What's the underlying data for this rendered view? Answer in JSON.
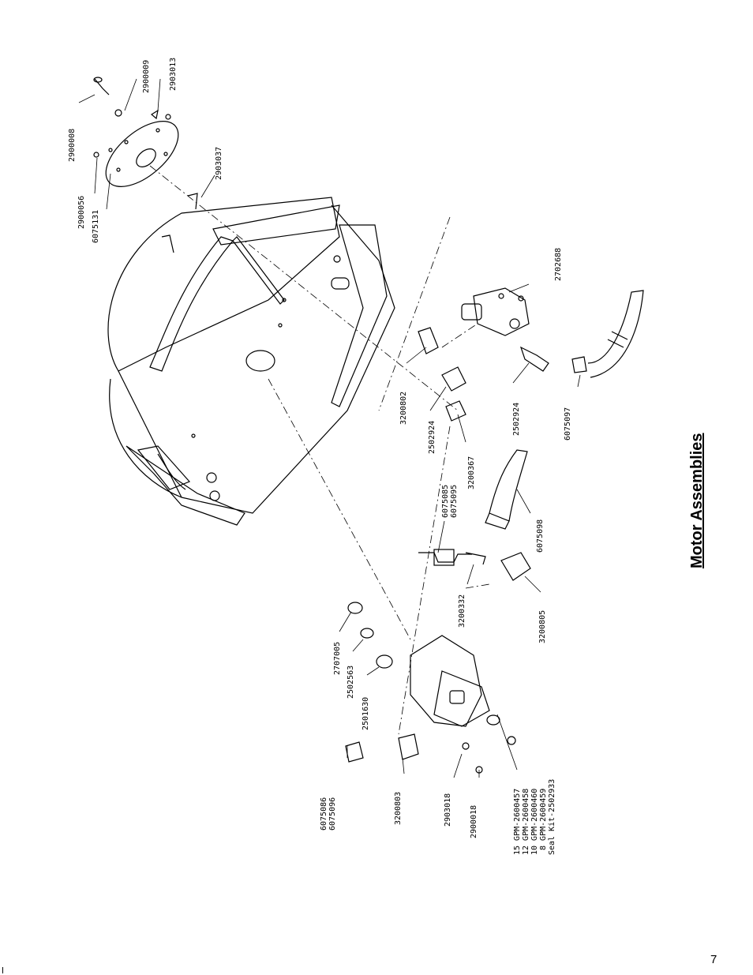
{
  "page": {
    "title": "Motor Assemblies",
    "page_number": "7"
  },
  "labels": {
    "p2900008": "2900008",
    "p2900009": "2900009",
    "p2903013": "2903013",
    "p2900056": "2900056",
    "p6075131": "6075131",
    "p2903037": "2903037",
    "p2702688": "2702688",
    "p3200802": "3200802",
    "p2502924a": "2502924",
    "p3200367": "3200367",
    "p2502924b": "2502924",
    "p6075097": "6075097",
    "p6075085": "6075085",
    "p6075095": "6075095",
    "p6075098": "6075098",
    "p3200332": "3200332",
    "p3200805": "3200805",
    "p2707005": "2707005",
    "p2502563": "2502563",
    "p2501630": "2501630",
    "p6075086": "6075086",
    "p6075096": "6075096",
    "p3200803": "3200803",
    "p2903018": "2903018",
    "p2900018": "2900018"
  },
  "motor_list": [
    "15 GPM-2600457",
    "12 GPM-2600458",
    "10 GPM-2600460",
    " 8 GPM-2600459",
    "Seal Kit-2502933"
  ]
}
